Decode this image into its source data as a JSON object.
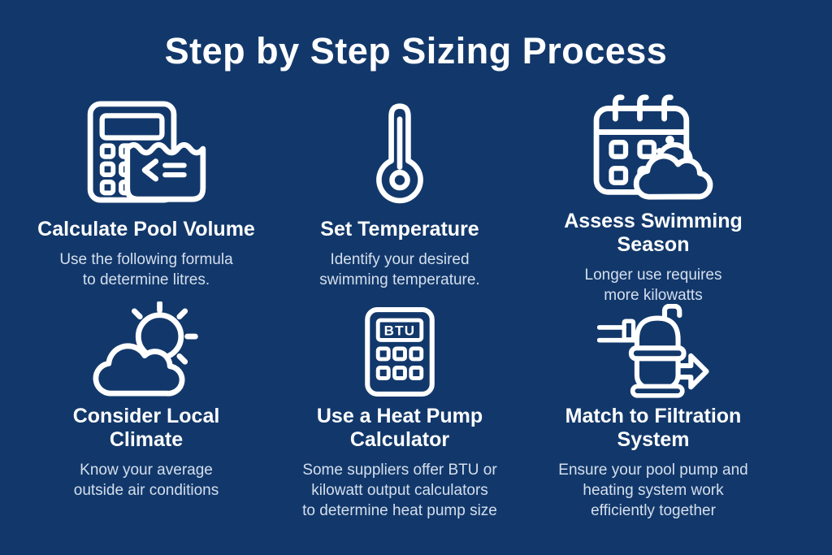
{
  "page": {
    "title": "Step by Step Sizing Process"
  },
  "colors": {
    "background": "#12386B",
    "heading_text": "#FFFFFF",
    "body_text": "#D5DFED",
    "icon_stroke": "#FFFFFF"
  },
  "steps": [
    {
      "id": "calculate-pool-volume",
      "icon": "calculator-pool-icon",
      "title_lines": [
        "Calculate Pool Volume"
      ],
      "desc_lines": [
        "Use the following formula",
        "to determine litres."
      ]
    },
    {
      "id": "set-temperature",
      "icon": "thermometer-icon",
      "title_lines": [
        "Set Temperature"
      ],
      "desc_lines": [
        "Identify your desired",
        "swimming temperature."
      ]
    },
    {
      "id": "assess-swimming-season",
      "icon": "calendar-cloud-icon",
      "title_lines": [
        "Assess Swimming",
        "Season"
      ],
      "desc_lines": [
        "Longer use requires",
        "more kilowatts"
      ]
    },
    {
      "id": "consider-local-climate",
      "icon": "cloud-sun-icon",
      "title_lines": [
        "Consider Local",
        "Climate"
      ],
      "desc_lines": [
        "Know your average",
        "outside air conditions"
      ]
    },
    {
      "id": "use-heat-pump-calculator",
      "icon": "btu-calculator-icon",
      "icon_label": "BTU",
      "title_lines": [
        "Use a Heat Pump",
        "Calculator"
      ],
      "desc_lines": [
        "Some suppliers offer BTU or",
        "kilowatt output calculators",
        "to determine heat pump size"
      ]
    },
    {
      "id": "match-to-filtration-system",
      "icon": "filter-system-icon",
      "title_lines": [
        "Match to Filtration",
        "System"
      ],
      "desc_lines": [
        "Ensure your pool pump and",
        "heating system work",
        "efficiently together"
      ]
    }
  ]
}
